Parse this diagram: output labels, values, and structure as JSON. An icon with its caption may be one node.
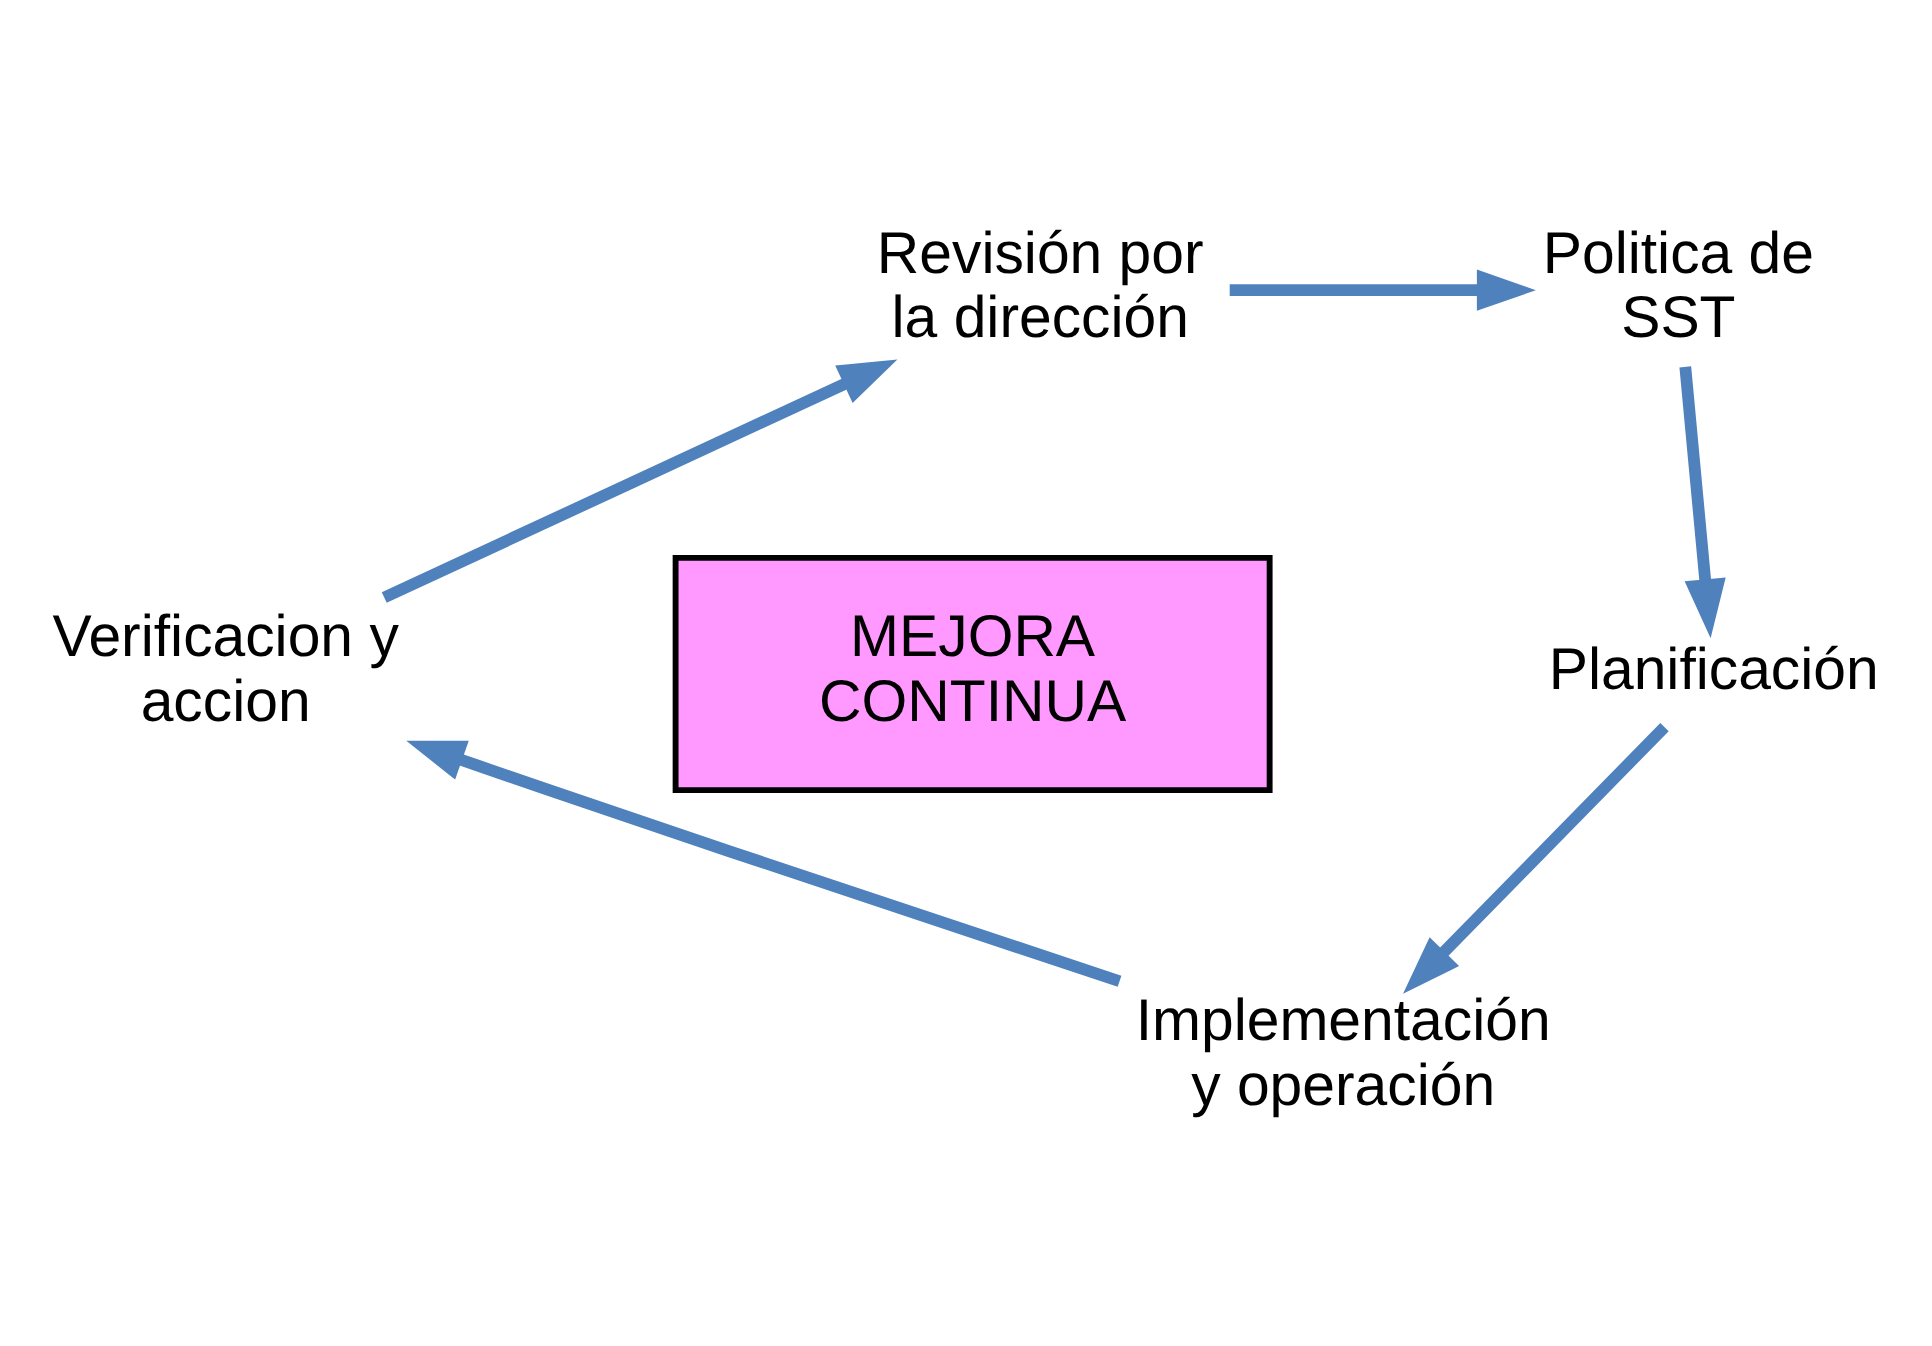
{
  "diagram": {
    "nodes": [
      {
        "text": [
          "Revisión por la dirección"
        ]
      },
      {
        "text": [
          "Politica de SST"
        ]
      },
      {
        "text": [
          "Planificación"
        ]
      },
      {
        "text": [
          "Implementación y operación"
        ]
      },
      {
        "text": [
          "Verificacion y accion"
        ]
      },
      {
        "text": [
          "MEJORA CONTINUA"
        ]
      }
    ],
    "edges": [
      {
        "from": 0,
        "to": 1,
        "arrow": "to"
      },
      {
        "from": 1,
        "to": 2,
        "arrow": "to"
      },
      {
        "from": 2,
        "to": 3,
        "arrow": "to"
      },
      {
        "from": 3,
        "to": 4,
        "arrow": "to"
      },
      {
        "from": 4,
        "to": 0,
        "arrow": "to"
      }
    ]
  }
}
